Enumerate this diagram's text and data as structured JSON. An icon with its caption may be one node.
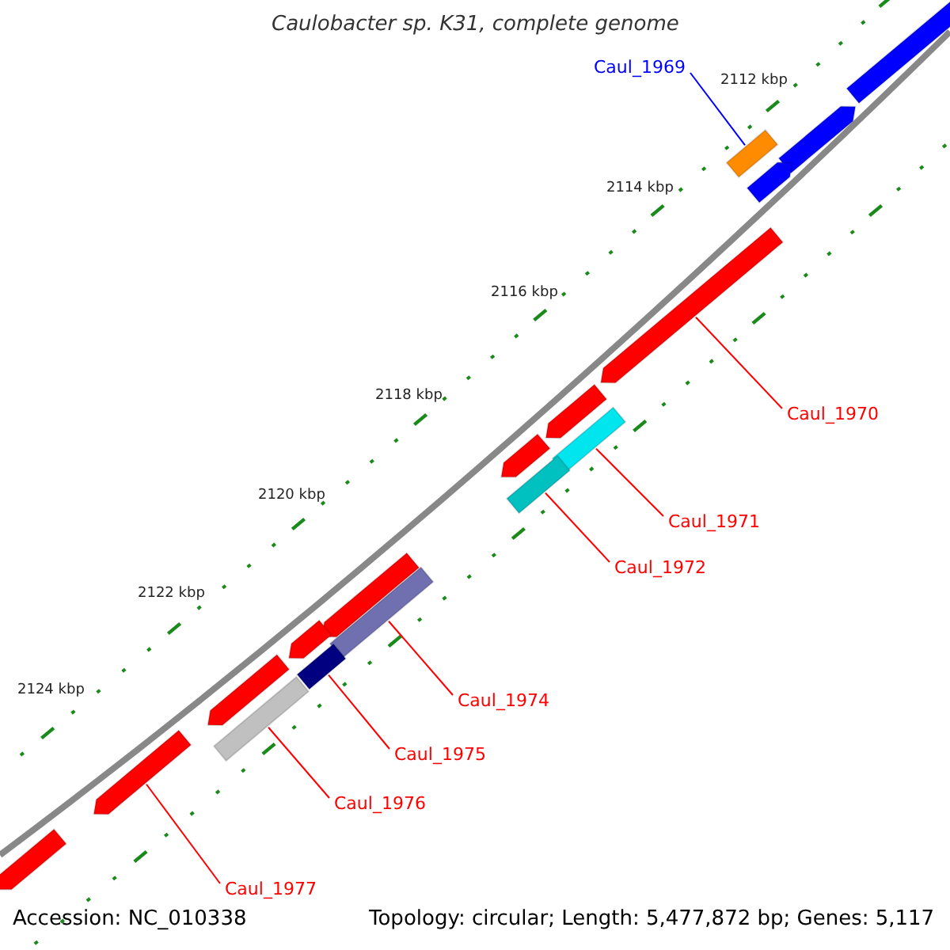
{
  "diagram": {
    "title": "Caulobacter sp. K31, complete genome",
    "nodes": [
      {
        "text": [
          "Caul_1969"
        ]
      },
      {
        "text": [],
        "shape": "bar"
      },
      {
        "text": [
          "Caul_1970"
        ]
      },
      {
        "text": [],
        "shape": "bar"
      },
      {
        "text": [
          "Caul_1971"
        ]
      },
      {
        "text": [],
        "shape": "bar"
      },
      {
        "text": [
          "Caul_1972"
        ]
      },
      {
        "text": [],
        "shape": "bar"
      },
      {
        "text": [
          "Caul_1974"
        ]
      },
      {
        "text": [],
        "shape": "bar"
      },
      {
        "text": [
          "Caul_1975"
        ]
      },
      {
        "text": [],
        "shape": "bar"
      },
      {
        "text": [
          "Caul_1976"
        ]
      },
      {
        "text": [],
        "shape": "bar"
      },
      {
        "text": [
          "Caul_1977"
        ]
      },
      {
        "text": [],
        "shape": "bar"
      }
    ],
    "edges": [
      {
        "from": 0,
        "to": 1,
        "arrow": "none",
        "color": "#0000ff"
      },
      {
        "from": 2,
        "to": 3,
        "arrow": "none"
      },
      {
        "from": 4,
        "to": 5,
        "arrow": "none"
      },
      {
        "from": 6,
        "to": 7,
        "arrow": "none"
      },
      {
        "from": 8,
        "to": 9,
        "arrow": "none"
      },
      {
        "from": 10,
        "to": 11,
        "arrow": "none"
      },
      {
        "from": 12,
        "to": 13,
        "arrow": "none"
      },
      {
        "from": 14,
        "to": 15,
        "arrow": "none"
      }
    ],
    "labels": [
      "2112 kbp",
      "2114 kbp",
      "2116 kbp",
      "2118 kbp",
      "2120 kbp",
      "2122 kbp",
      "2124 kbp",
      "Accession: NC_010338",
      "Topology: circular; Length: 5,477,872 bp; Genes: 5,117"
    ]
  }
}
